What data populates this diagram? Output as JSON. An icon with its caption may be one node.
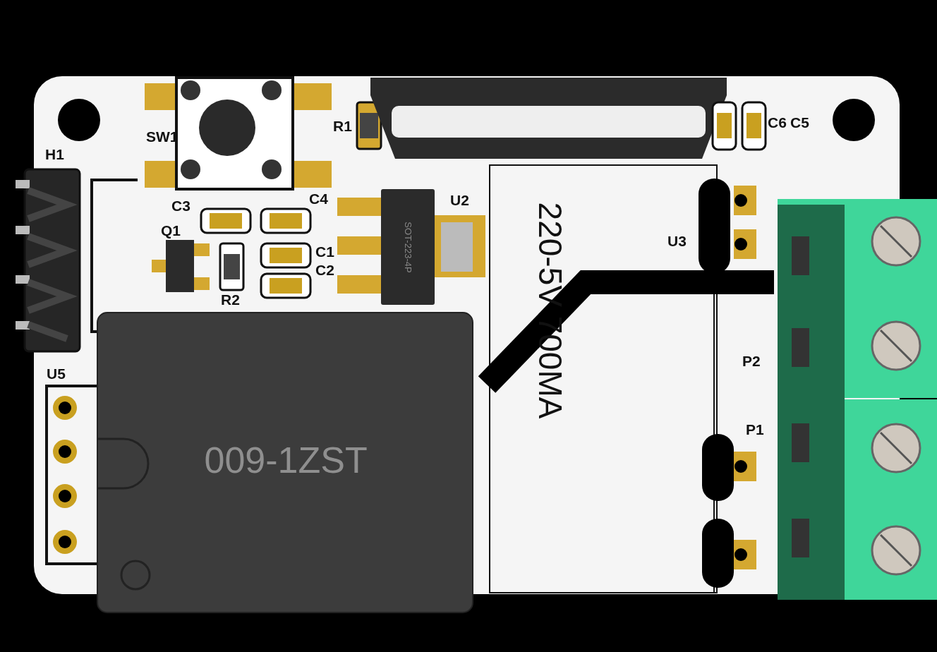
{
  "diagram": {
    "labels": [
      "R1",
      "C6",
      "C5",
      "SW1",
      "H1",
      "C3",
      "C4",
      "U2",
      "SOT-223-4P",
      "Q1",
      "U3",
      "C1",
      "C2",
      "R2",
      "220-5V 700MA",
      "P2",
      "U5",
      "P1",
      "009-1ZST"
    ]
  }
}
